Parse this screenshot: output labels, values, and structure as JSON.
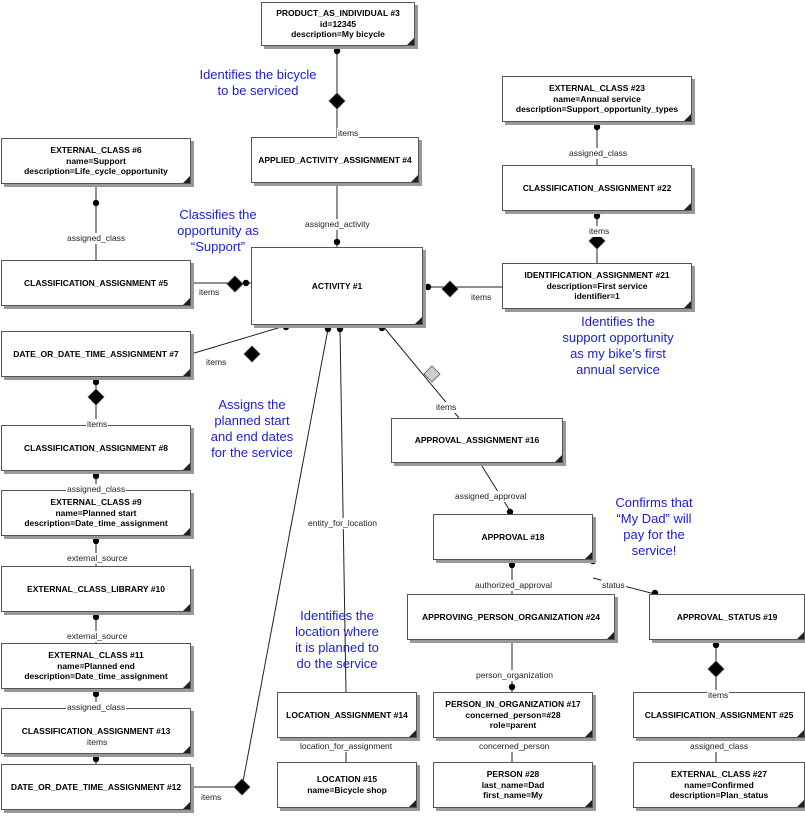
{
  "entities": [
    {
      "id": "product_individual_3",
      "title": "PRODUCT_AS_INDIVIDUAL #3",
      "attrs": [
        "id=12345",
        "description=My bicycle"
      ]
    },
    {
      "id": "applied_activity_assignment_4",
      "title": "APPLIED_ACTIVITY_ASSIGNMENT #4",
      "attrs": []
    },
    {
      "id": "external_class_23",
      "title": "EXTERNAL_CLASS #23",
      "attrs": [
        "name=Annual service",
        "description=Support_opportunity_types"
      ]
    },
    {
      "id": "classification_assignment_22",
      "title": "CLASSIFICATION_ASSIGNMENT #22",
      "attrs": []
    },
    {
      "id": "external_class_6",
      "title": "EXTERNAL_CLASS #6",
      "attrs": [
        "name=Support",
        "description=Life_cycle_opportunity"
      ]
    },
    {
      "id": "classification_assignment_5",
      "title": "CLASSIFICATION_ASSIGNMENT #5",
      "attrs": []
    },
    {
      "id": "activity_1",
      "title": "ACTIVITY #1",
      "attrs": []
    },
    {
      "id": "identification_assignment_21",
      "title": "IDENTIFICATION_ASSIGNMENT #21",
      "attrs": [
        "description=First service",
        "identifier=1"
      ]
    },
    {
      "id": "date_assignment_7",
      "title": "DATE_OR_DATE_TIME_ASSIGNMENT #7",
      "attrs": []
    },
    {
      "id": "classification_assignment_8",
      "title": "CLASSIFICATION_ASSIGNMENT #8",
      "attrs": []
    },
    {
      "id": "approval_assignment_16",
      "title": "APPROVAL_ASSIGNMENT #16",
      "attrs": []
    },
    {
      "id": "external_class_9",
      "title": "EXTERNAL_CLASS #9",
      "attrs": [
        "name=Planned start",
        "description=Date_time_assignment"
      ]
    },
    {
      "id": "approval_18",
      "title": "APPROVAL #18",
      "attrs": []
    },
    {
      "id": "external_class_library_10",
      "title": "EXTERNAL_CLASS_LIBRARY #10",
      "attrs": []
    },
    {
      "id": "approving_person_org_24",
      "title": "APPROVING_PERSON_ORGANIZATION #24",
      "attrs": []
    },
    {
      "id": "approval_status_19",
      "title": "APPROVAL_STATUS #19",
      "attrs": []
    },
    {
      "id": "external_class_11",
      "title": "EXTERNAL_CLASS #11",
      "attrs": [
        "name=Planned end",
        "description=Date_time_assignment"
      ]
    },
    {
      "id": "classification_assignment_13",
      "title": "CLASSIFICATION_ASSIGNMENT #13",
      "attrs": []
    },
    {
      "id": "location_assignment_14",
      "title": "LOCATION_ASSIGNMENT #14",
      "attrs": []
    },
    {
      "id": "person_in_org_17",
      "title": "PERSON_IN_ORGANIZATION #17",
      "attrs": [
        "concerned_person=#28",
        "role=parent"
      ]
    },
    {
      "id": "classification_assignment_25",
      "title": "CLASSIFICATION_ASSIGNMENT #25",
      "attrs": []
    },
    {
      "id": "date_assignment_12",
      "title": "DATE_OR_DATE_TIME_ASSIGNMENT #12",
      "attrs": []
    },
    {
      "id": "location_15",
      "title": "LOCATION #15",
      "attrs": [
        "name=Bicycle shop"
      ]
    },
    {
      "id": "person_28",
      "title": "PERSON #28",
      "attrs": [
        "last_name=Dad",
        "first_name=My"
      ]
    },
    {
      "id": "external_class_27",
      "title": "EXTERNAL_CLASS #27",
      "attrs": [
        "name=Confirmed",
        "description=Plan_status"
      ]
    }
  ],
  "relations": [
    {
      "id": "r_items_top",
      "label": "items"
    },
    {
      "id": "r_assigned_activity",
      "label": "assigned_activity"
    },
    {
      "id": "r_assigned_class_23",
      "label": "assigned_class"
    },
    {
      "id": "r_items_22",
      "label": "items"
    },
    {
      "id": "r_items_21",
      "label": "items"
    },
    {
      "id": "r_assigned_class_6",
      "label": "assigned_class"
    },
    {
      "id": "r_items_5",
      "label": "items"
    },
    {
      "id": "r_items_7",
      "label": "items"
    },
    {
      "id": "r_items_8",
      "label": "items"
    },
    {
      "id": "r_assigned_class_8",
      "label": "assigned_class"
    },
    {
      "id": "r_external_source_1",
      "label": "external_source"
    },
    {
      "id": "r_external_source_2",
      "label": "external_source"
    },
    {
      "id": "r_assigned_class_13",
      "label": "assigned_class"
    },
    {
      "id": "r_items_13",
      "label": "items"
    },
    {
      "id": "r_items_12",
      "label": "items"
    },
    {
      "id": "r_entity_for_location",
      "label": "entity_for_location"
    },
    {
      "id": "r_location_for_assignment",
      "label": "location_for_assignment"
    },
    {
      "id": "r_items_16",
      "label": "items"
    },
    {
      "id": "r_assigned_approval",
      "label": "assigned_approval"
    },
    {
      "id": "r_authorized_approval",
      "label": "authorized_approval"
    },
    {
      "id": "r_status",
      "label": "status"
    },
    {
      "id": "r_person_organization",
      "label": "person_organization"
    },
    {
      "id": "r_concerned_person",
      "label": "concerned_person"
    },
    {
      "id": "r_items_25",
      "label": "items"
    },
    {
      "id": "r_assigned_class_25",
      "label": "assigned_class"
    }
  ],
  "notes": [
    {
      "id": "note_bicycle",
      "lines": [
        "Identifies the bicycle",
        "to be serviced"
      ]
    },
    {
      "id": "note_support",
      "lines": [
        "Classifies the",
        "opportunity as",
        "“Support”"
      ]
    },
    {
      "id": "note_first_service",
      "lines": [
        "Identifies the",
        "support opportunity",
        "as my bike’s first",
        "annual service"
      ]
    },
    {
      "id": "note_dates",
      "lines": [
        "Assigns the",
        "planned start",
        "and end dates",
        "for the service"
      ]
    },
    {
      "id": "note_dad",
      "lines": [
        "Confirms that",
        "“My Dad” will",
        "pay for the",
        "service!"
      ]
    },
    {
      "id": "note_location",
      "lines": [
        "Identifies the",
        "location where",
        "it is planned to",
        "do the service"
      ]
    }
  ],
  "colors": {
    "note_text": "#2020cc",
    "line": "#222222",
    "diamond_filled": "#000000",
    "diamond_hollow": "#cccccc"
  }
}
